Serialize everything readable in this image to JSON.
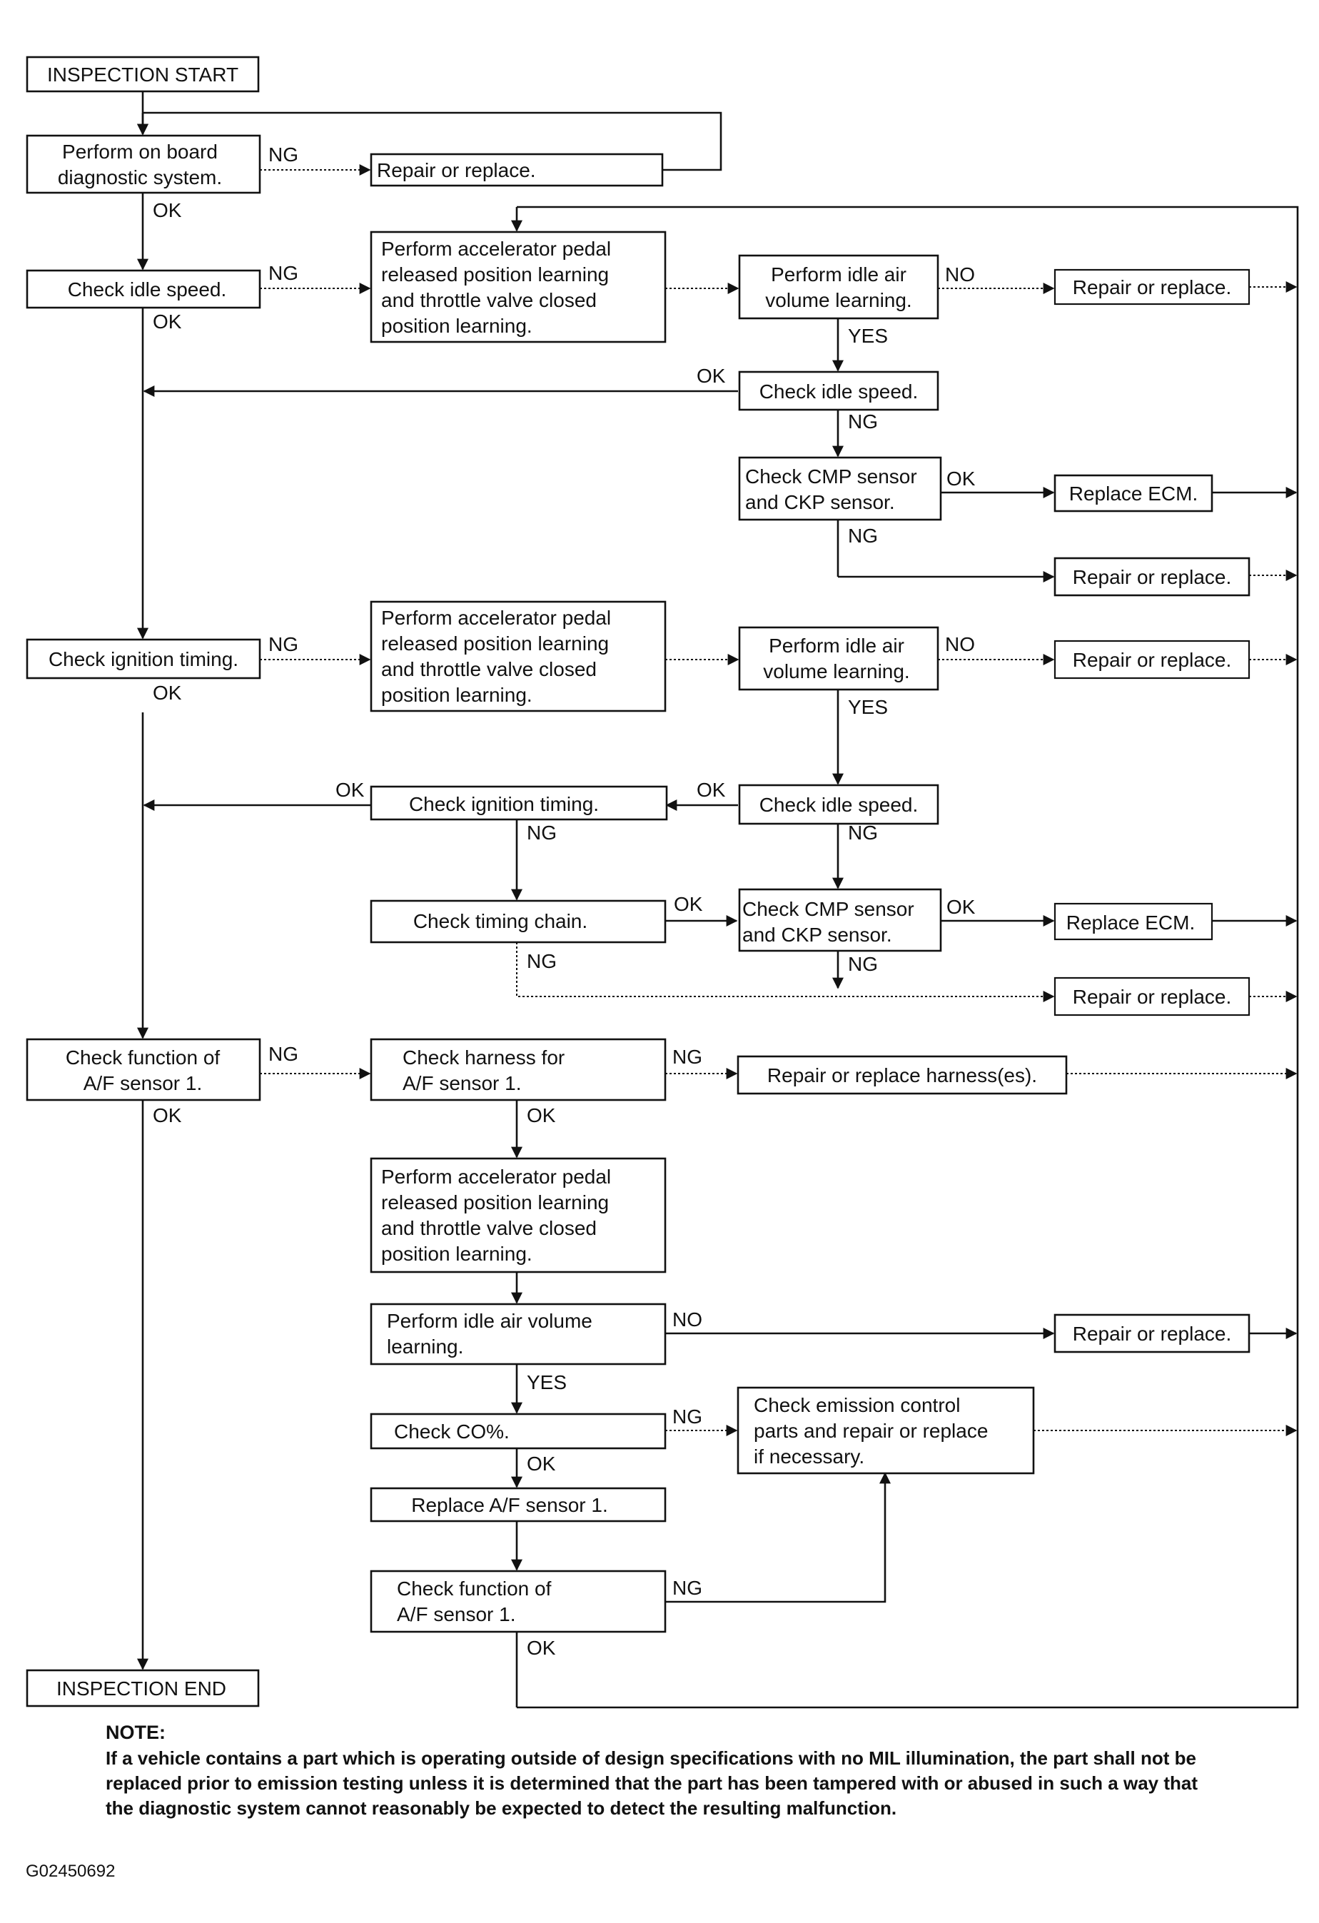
{
  "flowchart": {
    "boxes": {
      "start": [
        "INSPECTION START"
      ],
      "obd": [
        "Perform on board",
        "diagnostic system."
      ],
      "repair1": [
        "Repair or replace."
      ],
      "idle1": [
        "Check idle speed."
      ],
      "learn1": [
        "Perform accelerator pedal",
        "released position learning",
        "and throttle valve closed",
        "position learning."
      ],
      "iav1": [
        "Perform idle air",
        "volume learning."
      ],
      "repair2": [
        "Repair or replace."
      ],
      "idle2": [
        "Check idle speed."
      ],
      "cmp1": [
        "Check CMP sensor",
        "and CKP sensor."
      ],
      "ecm1": [
        "Replace ECM."
      ],
      "repair3": [
        "Repair or replace."
      ],
      "ign1": [
        "Check ignition timing."
      ],
      "learn2": [
        "Perform accelerator pedal",
        "released position learning",
        "and throttle valve closed",
        "position learning."
      ],
      "iav2": [
        "Perform idle air",
        "volume learning."
      ],
      "repair4": [
        "Repair or replace."
      ],
      "ign2": [
        "Check ignition timing."
      ],
      "idle3": [
        "Check idle speed."
      ],
      "chain": [
        "Check timing chain."
      ],
      "cmp2": [
        "Check CMP sensor",
        "and CKP sensor."
      ],
      "ecm2": [
        "Replace ECM."
      ],
      "repair5": [
        "Repair or replace."
      ],
      "af1": [
        "Check function of",
        "A/F sensor 1."
      ],
      "harness": [
        "Check harness for",
        "A/F sensor 1."
      ],
      "repairh": [
        "Repair or replace harness(es)."
      ],
      "learn3": [
        "Perform accelerator pedal",
        "released position learning",
        "and throttle valve closed",
        "position learning."
      ],
      "iav3": [
        "Perform idle air volume",
        "learning."
      ],
      "repair6": [
        "Repair or replace."
      ],
      "co": [
        "Check CO%."
      ],
      "emission": [
        "Check emission control",
        "parts and repair or replace",
        "if necessary."
      ],
      "replaceaf": [
        "Replace A/F sensor 1."
      ],
      "af2": [
        "Check function of",
        "A/F sensor 1."
      ],
      "end": [
        "INSPECTION END"
      ]
    },
    "labels": {
      "ng_obd": "NG",
      "ok_obd": "OK",
      "ng_idle1": "NG",
      "ok_idle1": "OK",
      "no_iav1": "NO",
      "yes_iav1": "YES",
      "ok_idle2": "OK",
      "ng_idle2": "NG",
      "ok_cmp1": "OK",
      "ng_cmp1": "NG",
      "ng_ign1": "NG",
      "ok_ign1": "OK",
      "no_iav2": "NO",
      "yes_iav2": "YES",
      "ok_ign2": "OK",
      "ok_idle3": "OK",
      "ng_ign2": "NG",
      "ng_idle3": "NG",
      "ok_chain": "OK",
      "ng_chain": "NG",
      "ok_cmp2": "OK",
      "ng_cmp2": "NG",
      "ng_af1": "NG",
      "ok_af1": "OK",
      "ng_harness": "NG",
      "ok_harness": "OK",
      "no_iav3": "NO",
      "yes_iav3": "YES",
      "ng_co": "NG",
      "ok_co": "OK",
      "ng_af2": "NG",
      "ok_af2": "OK"
    }
  },
  "note": {
    "title": "NOTE:",
    "body": "If a vehicle contains a part which is operating outside of design specifications with no MIL illumination, the part shall not be replaced prior to emission testing unless it is determined that the part has been tampered with or abused in such a way that the diagnostic system cannot reasonably be expected to detect the resulting malfunction."
  },
  "figure_id": "G02450692"
}
